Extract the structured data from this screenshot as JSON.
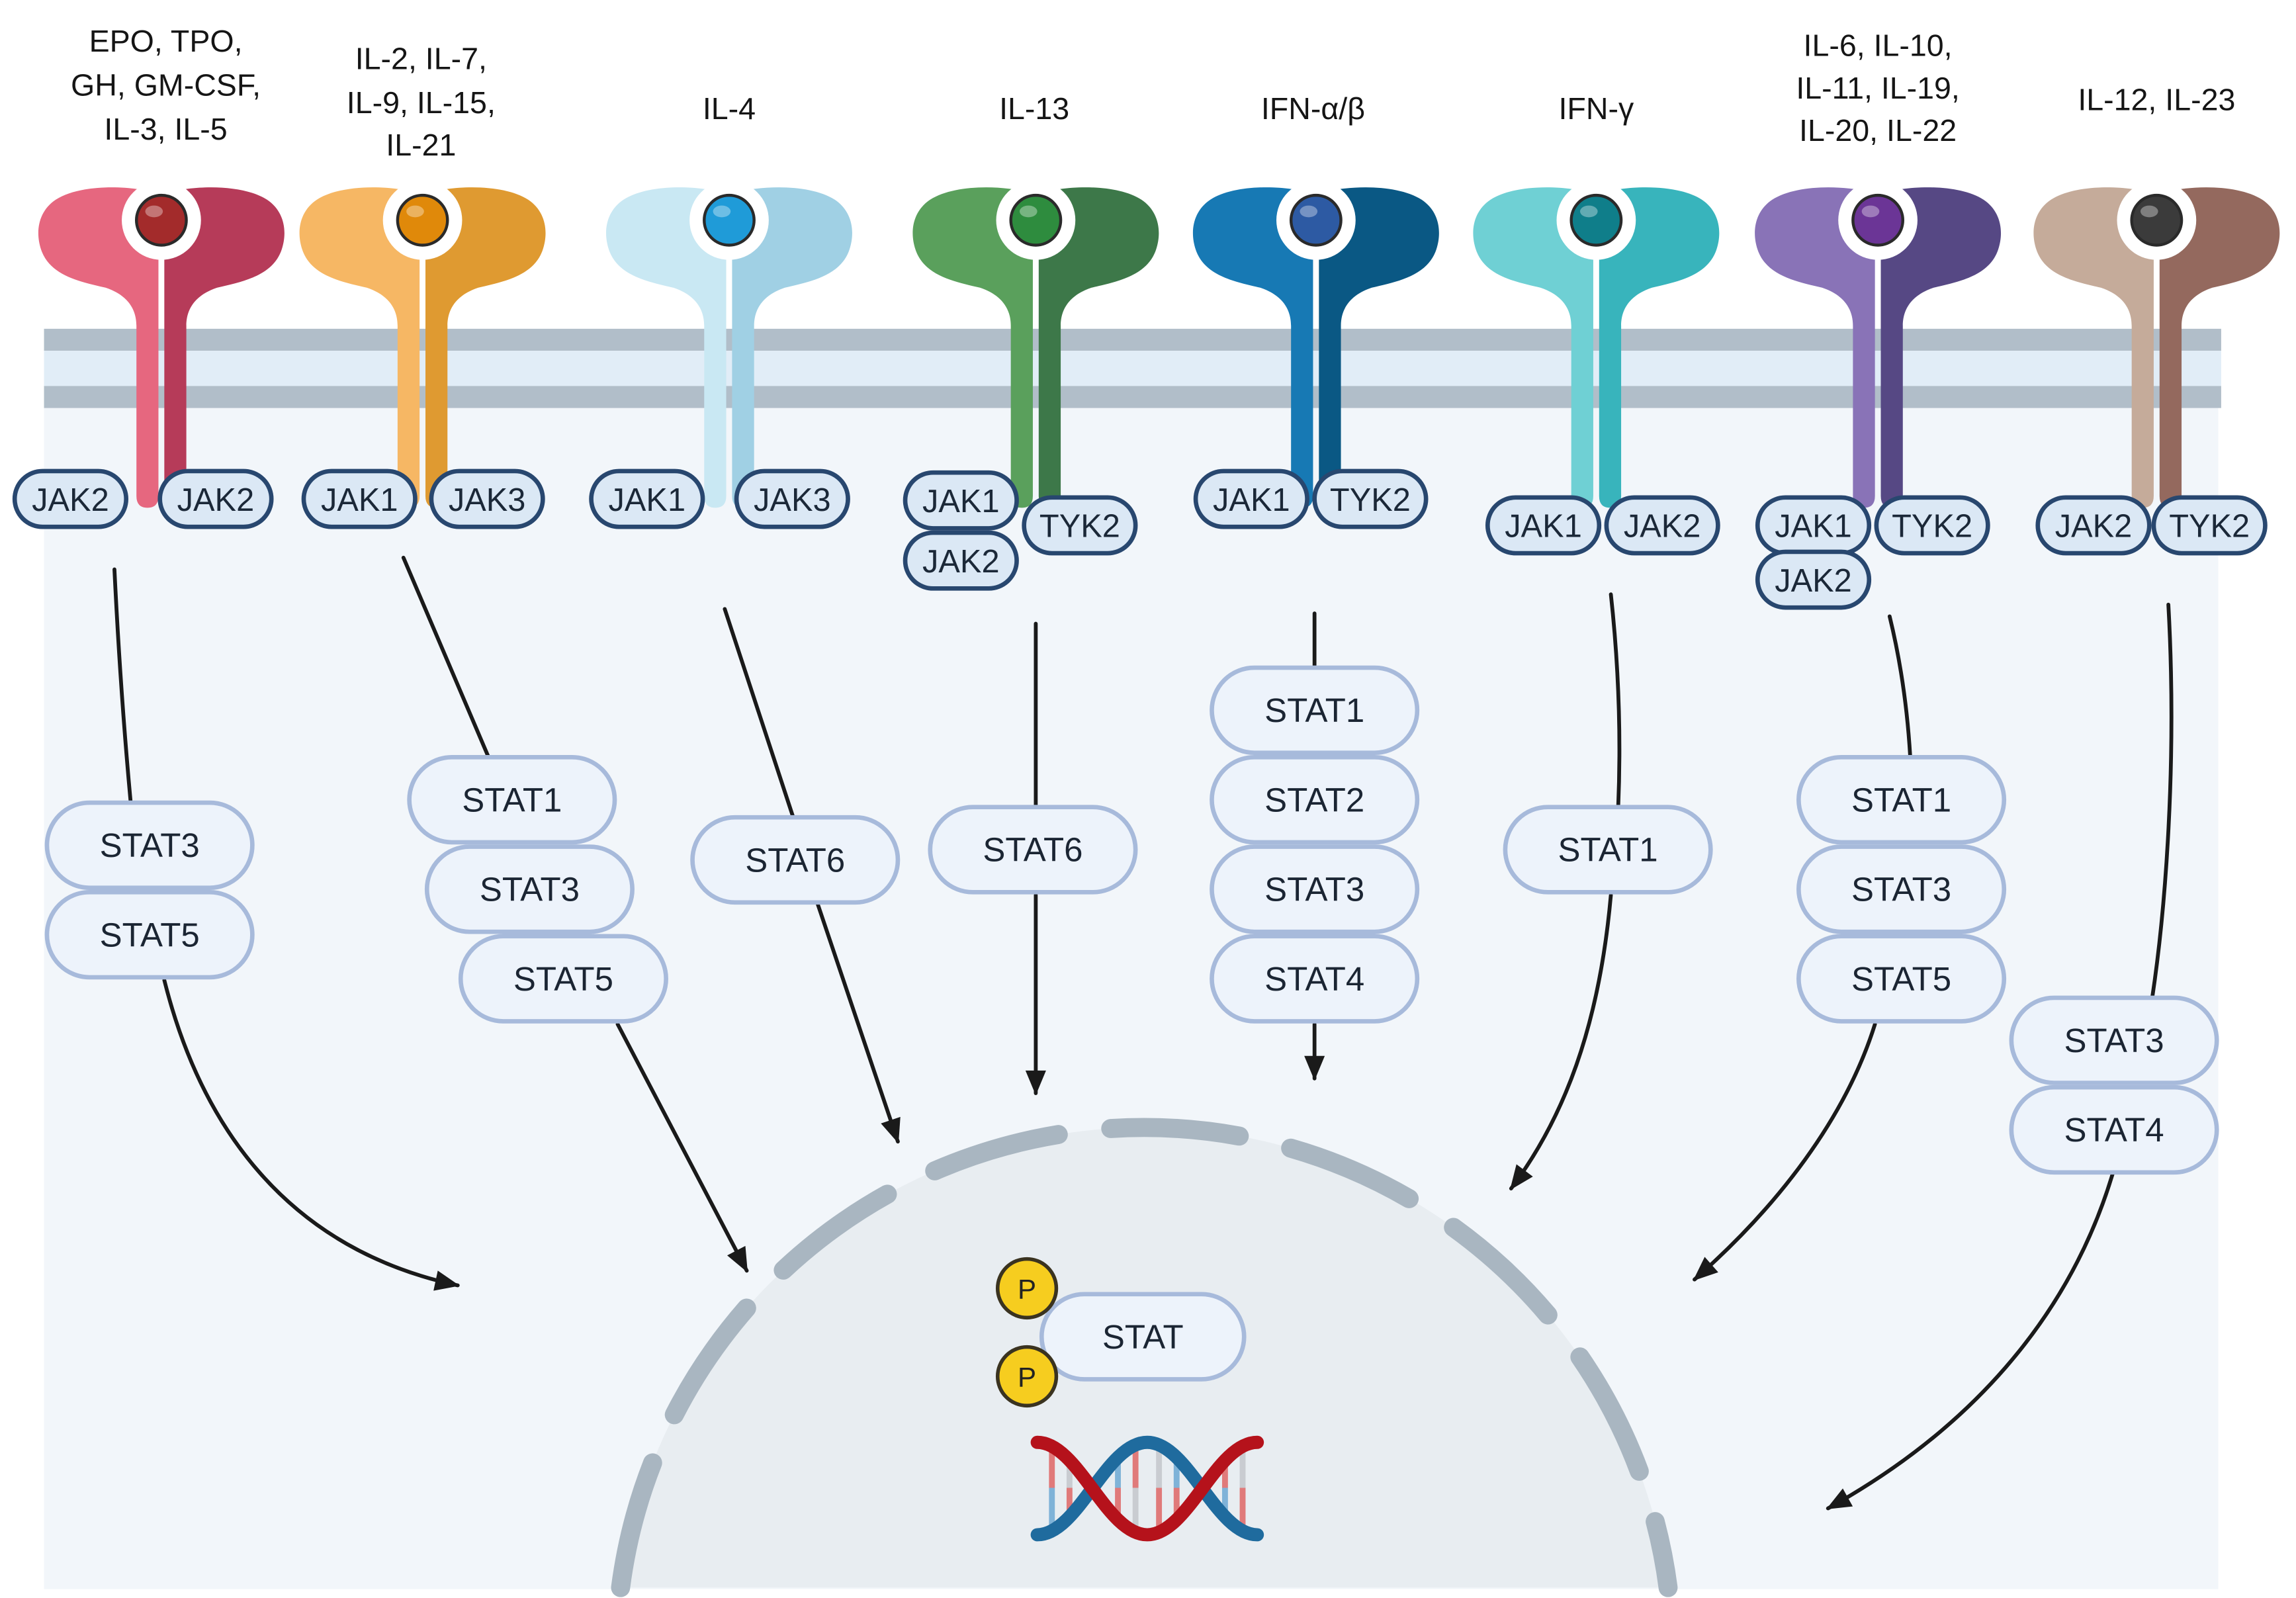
{
  "receptors": [
    {
      "name_lines": [
        "EPO, TPO,",
        "GH, GM-CSF,",
        "IL-3, IL-5"
      ],
      "jaks": [
        "JAK2",
        "JAK2"
      ],
      "stats": [
        "STAT3",
        "STAT5"
      ],
      "colors": {
        "left_chain": "#e6677f",
        "right_chain": "#b63b59",
        "ligand": "#a32b2b"
      }
    },
    {
      "name_lines": [
        "IL-2, IL-7,",
        "IL-9, IL-15,",
        "IL-21"
      ],
      "jaks": [
        "JAK1",
        "JAK3"
      ],
      "stats": [
        "STAT1",
        "STAT3",
        "STAT5"
      ],
      "colors": {
        "left_chain": "#f6b764",
        "right_chain": "#df9a31",
        "ligand": "#e0890a"
      }
    },
    {
      "name_lines": [
        "IL-4"
      ],
      "jaks": [
        "JAK1",
        "JAK3"
      ],
      "stats": [
        "STAT6"
      ],
      "colors": {
        "left_chain": "#c9e8f3",
        "right_chain": "#a0d0e4",
        "ligand": "#1f9bd8"
      }
    },
    {
      "name_lines": [
        "IL-13"
      ],
      "jaks": [
        "JAK1",
        "JAK2",
        "TYK2"
      ],
      "stats": [
        "STAT6"
      ],
      "colors": {
        "left_chain": "#5aa05c",
        "right_chain": "#3d7849",
        "ligand": "#2e8c3e"
      }
    },
    {
      "name_lines": [
        "IFN-α/β"
      ],
      "jaks": [
        "JAK1",
        "TYK2"
      ],
      "stats": [
        "STAT1",
        "STAT2",
        "STAT3",
        "STAT4"
      ],
      "colors": {
        "left_chain": "#1779b4",
        "right_chain": "#0a5884",
        "ligand": "#2d5aa3"
      }
    },
    {
      "name_lines": [
        "IFN-γ"
      ],
      "jaks": [
        "JAK1",
        "JAK2"
      ],
      "stats": [
        "STAT1"
      ],
      "colors": {
        "left_chain": "#6fd0d4",
        "right_chain": "#38b4bc",
        "ligand": "#0f7e8a"
      }
    },
    {
      "name_lines": [
        "IL-6, IL-10,",
        "IL-11, IL-19,",
        "IL-20, IL-22"
      ],
      "jaks": [
        "JAK1",
        "JAK2",
        "TYK2"
      ],
      "stats": [
        "STAT1",
        "STAT3",
        "STAT5"
      ],
      "colors": {
        "left_chain": "#8973b7",
        "right_chain": "#564884",
        "ligand": "#6b3596"
      }
    },
    {
      "name_lines": [
        "IL-12, IL-23"
      ],
      "jaks": [
        "JAK2",
        "TYK2"
      ],
      "stats": [
        "STAT3",
        "STAT4"
      ],
      "colors": {
        "left_chain": "#c5ab9a",
        "right_chain": "#94695e",
        "ligand": "#3b3b3b"
      }
    }
  ],
  "nucleus": {
    "stat_label": "STAT",
    "phospho_labels": [
      "P",
      "P"
    ],
    "colors": {
      "phosphate": "#f6cd1f",
      "dna_strand_a": "#b5121b",
      "dna_strand_b": "#1f6b9e"
    }
  }
}
